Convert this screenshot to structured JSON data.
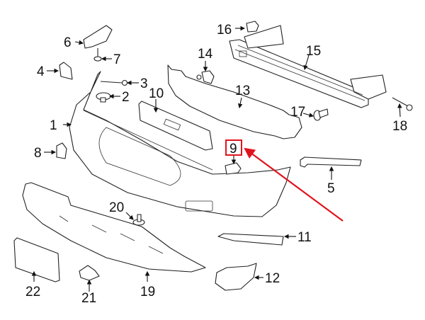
{
  "diagram": {
    "title": "Front bumper & components exploded view",
    "highlight_color": "#e0141e",
    "line_color": "#222222",
    "highlighted_part": "9",
    "callouts": [
      {
        "id": "1",
        "part": "bumper-cover"
      },
      {
        "id": "2",
        "part": "clip"
      },
      {
        "id": "3",
        "part": "bolt"
      },
      {
        "id": "4",
        "part": "side-bracket"
      },
      {
        "id": "5",
        "part": "side-retainer"
      },
      {
        "id": "6",
        "part": "upper-bracket"
      },
      {
        "id": "7",
        "part": "bolt"
      },
      {
        "id": "8",
        "part": "side-bracket"
      },
      {
        "id": "9",
        "part": "tow-hook-cover"
      },
      {
        "id": "10",
        "part": "center-bracket"
      },
      {
        "id": "11",
        "part": "lower-molding"
      },
      {
        "id": "12",
        "part": "fog-lamp-bracket"
      },
      {
        "id": "13",
        "part": "energy-absorber"
      },
      {
        "id": "14",
        "part": "sensor"
      },
      {
        "id": "15",
        "part": "reinforcement-bar"
      },
      {
        "id": "16",
        "part": "cap"
      },
      {
        "id": "17",
        "part": "push-pin"
      },
      {
        "id": "18",
        "part": "bolt"
      },
      {
        "id": "19",
        "part": "splash-shield"
      },
      {
        "id": "20",
        "part": "push-pin"
      },
      {
        "id": "21",
        "part": "clip-nut"
      },
      {
        "id": "22",
        "part": "license-bracket"
      }
    ]
  }
}
